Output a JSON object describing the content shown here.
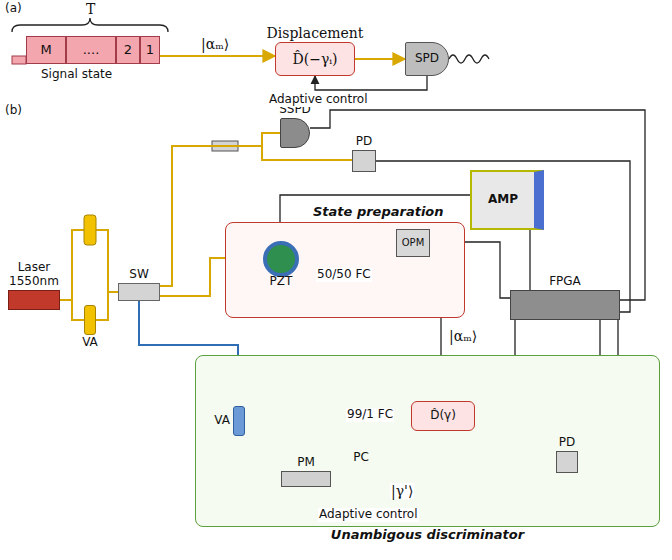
{
  "diagram": {
    "nodes": [
      {
        "text": [
          "M"
        ]
      },
      {
        "text": [
          "...."
        ]
      },
      {
        "text": [
          "2"
        ]
      },
      {
        "text": [
          "1"
        ]
      },
      {
        "text": [
          "Displacement",
          "D̂(−γᵢ)"
        ]
      },
      {
        "text": [
          "SPD"
        ]
      },
      {
        "text": [
          "Laser 1550nm"
        ]
      },
      {
        "text": [
          "VA"
        ]
      },
      {
        "text": [
          "SW"
        ]
      },
      {
        "text": [
          "SSPD"
        ]
      },
      {
        "text": [
          "PD"
        ]
      },
      {
        "text": [
          "State preparation"
        ]
      },
      {
        "text": [
          "PZT"
        ],
        "in": 11
      },
      {
        "text": [
          "OPM"
        ],
        "in": 11
      },
      {
        "text": [
          "AMP"
        ]
      },
      {
        "text": [
          "FPGA"
        ]
      },
      {
        "text": [
          "Unambigous discriminator"
        ]
      },
      {
        "text": [
          "D̂(γ)"
        ],
        "in": 16
      },
      {
        "text": [
          "PM"
        ],
        "in": 16
      },
      {
        "text": [
          "PC"
        ],
        "in": 16
      },
      {
        "text": [
          "PD"
        ],
        "in": 16
      },
      {
        "text": [
          "VA"
        ],
        "in": 16
      }
    ],
    "edges": [
      {
        "from": 3,
        "to": 4,
        "arrow": "to",
        "label": "|αₘ⟩"
      },
      {
        "from": 4,
        "to": 5,
        "arrow": "to"
      },
      {
        "from": 5,
        "to": 4,
        "arrow": "to",
        "label": "Adaptive control"
      },
      {
        "from": 6,
        "to": 7,
        "arrow": "none"
      },
      {
        "from": 7,
        "to": 8,
        "arrow": "none"
      },
      {
        "from": 8,
        "to": 9,
        "arrow": "none"
      },
      {
        "from": 8,
        "to": 10,
        "arrow": "none"
      },
      {
        "from": 8,
        "to": 12,
        "arrow": "none"
      },
      {
        "from": 8,
        "to": 21,
        "arrow": "none"
      },
      {
        "from": 12,
        "to": 13,
        "arrow": "none"
      },
      {
        "from": 11,
        "to": 17,
        "arrow": "to",
        "label": "|αₘ⟩"
      },
      {
        "from": 21,
        "to": 18,
        "arrow": "none"
      },
      {
        "from": 18,
        "to": 19,
        "arrow": "none"
      },
      {
        "from": 19,
        "to": 17,
        "arrow": "to",
        "label": "|γ'⟩"
      },
      {
        "from": 17,
        "to": 20,
        "arrow": "none"
      },
      {
        "from": 9,
        "to": 15,
        "arrow": "none"
      },
      {
        "from": 10,
        "to": 15,
        "arrow": "none"
      },
      {
        "from": 15,
        "to": 14,
        "arrow": "none"
      },
      {
        "from": 14,
        "to": 12,
        "arrow": "none"
      },
      {
        "from": 13,
        "to": 15,
        "arrow": "none"
      },
      {
        "from": 20,
        "to": 15,
        "arrow": "none"
      },
      {
        "from": 15,
        "to": 18,
        "arrow": "to",
        "label": "Adaptive control"
      }
    ],
    "labels": [
      "(a)",
      "T",
      "Signal state",
      "(b)",
      "50/50 FC",
      "99/1 FC"
    ]
  }
}
